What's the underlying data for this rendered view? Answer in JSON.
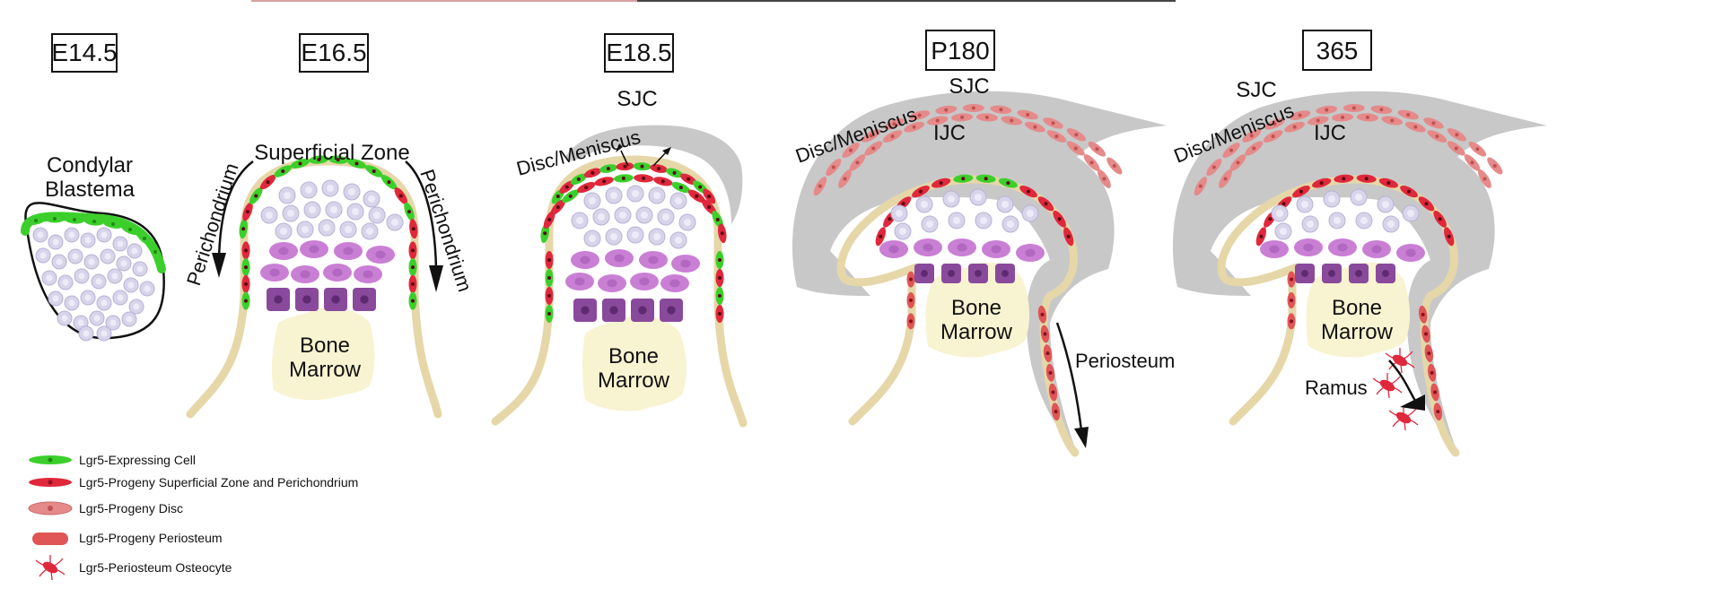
{
  "stages": [
    {
      "label": "E14.5"
    },
    {
      "label": "E16.5"
    },
    {
      "label": "E18.5"
    },
    {
      "label": "P180"
    },
    {
      "label": "365"
    }
  ],
  "labels": {
    "condylar_blastema_line1": "Condylar",
    "condylar_blastema_line2": "Blastema",
    "superficial_zone": "Superficial Zone",
    "perichondrium": "Perichondrium",
    "bone": "Bone",
    "marrow": "Marrow",
    "sjc": "SJC",
    "ijc": "IJC",
    "disc_meniscus": "Disc/Meniscus",
    "periosteum": "Periosteum",
    "ramus": "Ramus"
  },
  "legend": [
    {
      "text": "Lgr5-Expressing Cell"
    },
    {
      "text": "Lgr5-Progeny Superficial Zone and Perichondrium"
    },
    {
      "text": "Lgr5-Progeny Disc"
    },
    {
      "text": "Lgr5-Progeny Periosteum"
    },
    {
      "text": "Lgr5-Periosteum Osteocyte"
    }
  ],
  "colors": {
    "green_cell": "#3ccf2c",
    "red_cell": "#e0283c",
    "disc_cell": "#e58a8a",
    "disc_band": "#c8c8c8",
    "periosteum_cell": "#e05555",
    "lavender_cell": "#d8d4ea",
    "hypertrophic": "#c97fd4",
    "purple_cell": "#8a4a9c",
    "bone_outline": "#e6d7a8",
    "marrow": "#f8f3d0"
  }
}
